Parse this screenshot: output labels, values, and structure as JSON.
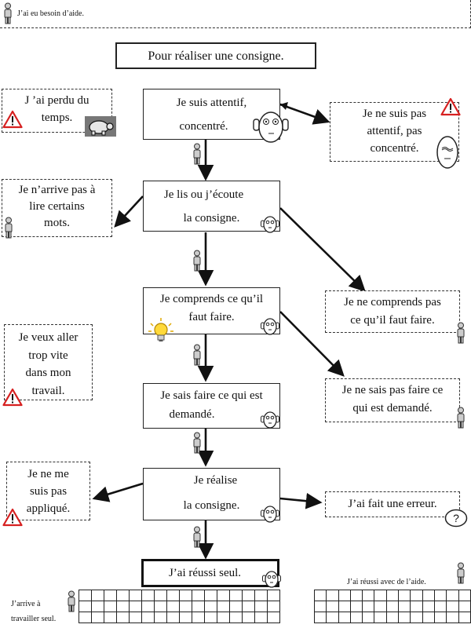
{
  "header": {
    "help_note": "J’ai eu besoin d’aide."
  },
  "title": "Pour réaliser une consigne.",
  "steps": [
    {
      "id": "attentif",
      "line1": "Je suis attentif,",
      "line2": "concentré."
    },
    {
      "id": "lis",
      "line1": "Je lis ou j’écoute",
      "line2": "la consigne."
    },
    {
      "id": "comprends",
      "line1": "Je comprends ce qu’il",
      "line2": "faut faire."
    },
    {
      "id": "sais",
      "line1": "Je sais faire ce qui est",
      "line2": "demandé."
    },
    {
      "id": "realise",
      "line1": "Je réalise",
      "line2": "la consigne."
    }
  ],
  "final": "J’ai réussi seul.",
  "left_notes": [
    {
      "line1": "J ’ai perdu du",
      "line2": "temps."
    },
    {
      "line1": "Je n’arrive pas à",
      "line2": "lire certains",
      "line3": "mots."
    },
    {
      "line1": "Je veux aller",
      "line2": "trop vite",
      "line3": "dans mon",
      "line4": "travail."
    },
    {
      "line1": "Je ne me",
      "line2": "suis pas",
      "line3": "appliqué."
    }
  ],
  "right_notes": [
    {
      "line1": "Je ne suis pas",
      "line2": "attentif, pas",
      "line3": "concentré."
    },
    {
      "line1": "Je ne comprends pas",
      "line2": "ce qu’il faut faire."
    },
    {
      "line1": "Je ne sais pas faire ce",
      "line2": "qui est demandé."
    },
    {
      "line1": "J’ai fait une erreur."
    }
  ],
  "footer": {
    "left_label_1": "J’arrive à",
    "left_label_2": "travailler seul.",
    "right_label": "J’ai réussi avec de l’aide."
  },
  "grid": {
    "left_columns": 16,
    "right_columns": 13,
    "rows": 3
  },
  "icons": {
    "person": "person-icon",
    "warning": "warning-icon",
    "turtle": "turtle-icon",
    "face": "face-icon",
    "bulb": "lightbulb-icon",
    "question": "question-icon"
  }
}
